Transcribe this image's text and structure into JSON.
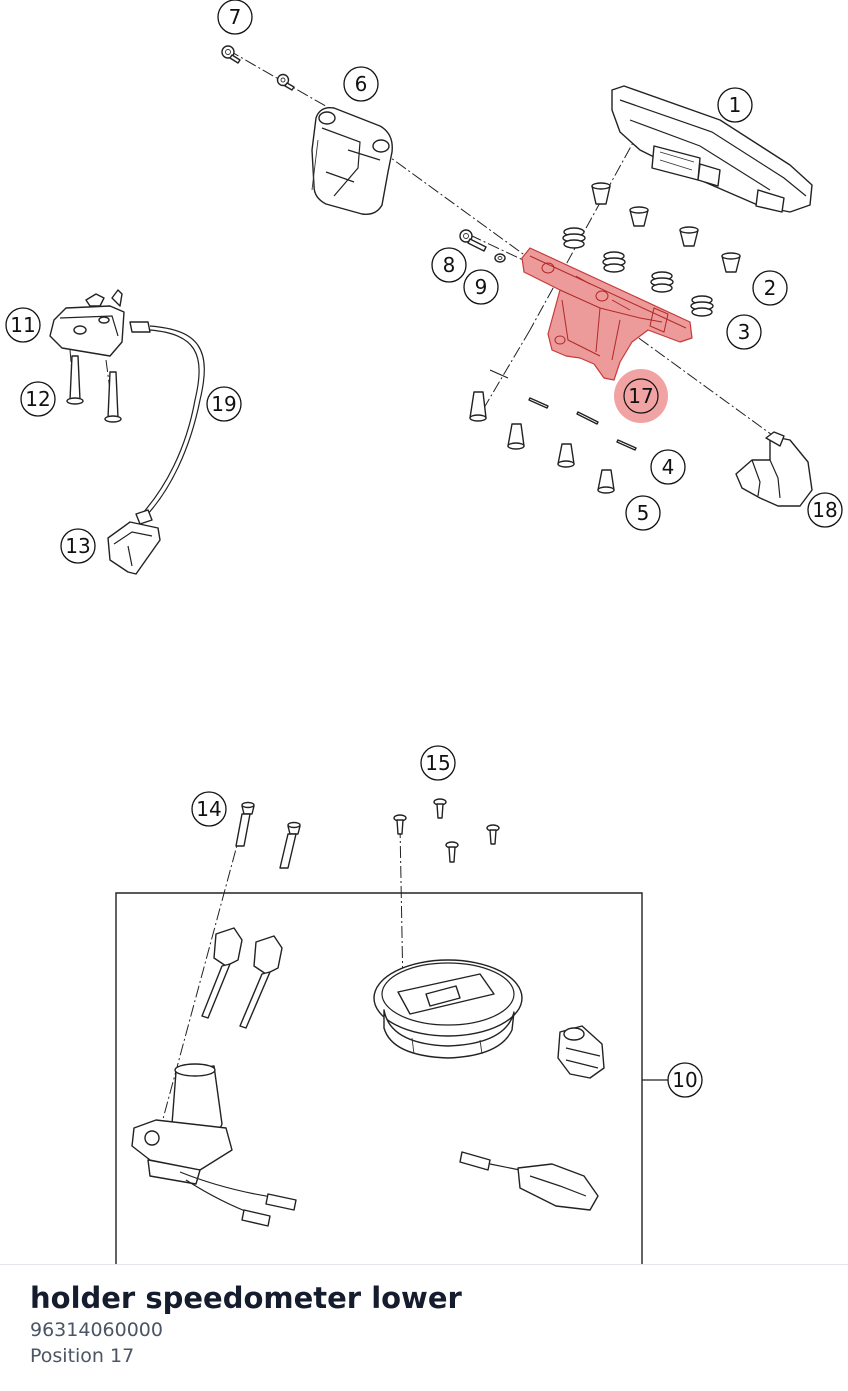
{
  "diagram": {
    "callouts": {
      "c1": "1",
      "c2": "2",
      "c3": "3",
      "c4": "4",
      "c5": "5",
      "c6": "6",
      "c7": "7",
      "c8": "8",
      "c9": "9",
      "c10": "10",
      "c11": "11",
      "c12": "12",
      "c13": "13",
      "c14": "14",
      "c15": "15",
      "c17": "17",
      "c18": "18",
      "c19": "19"
    },
    "highlight_color": "#ec9a9a",
    "highlight_stroke": "#c83a3a"
  },
  "part": {
    "name": "holder speedometer lower",
    "number": "96314060000",
    "position": "Position 17"
  }
}
